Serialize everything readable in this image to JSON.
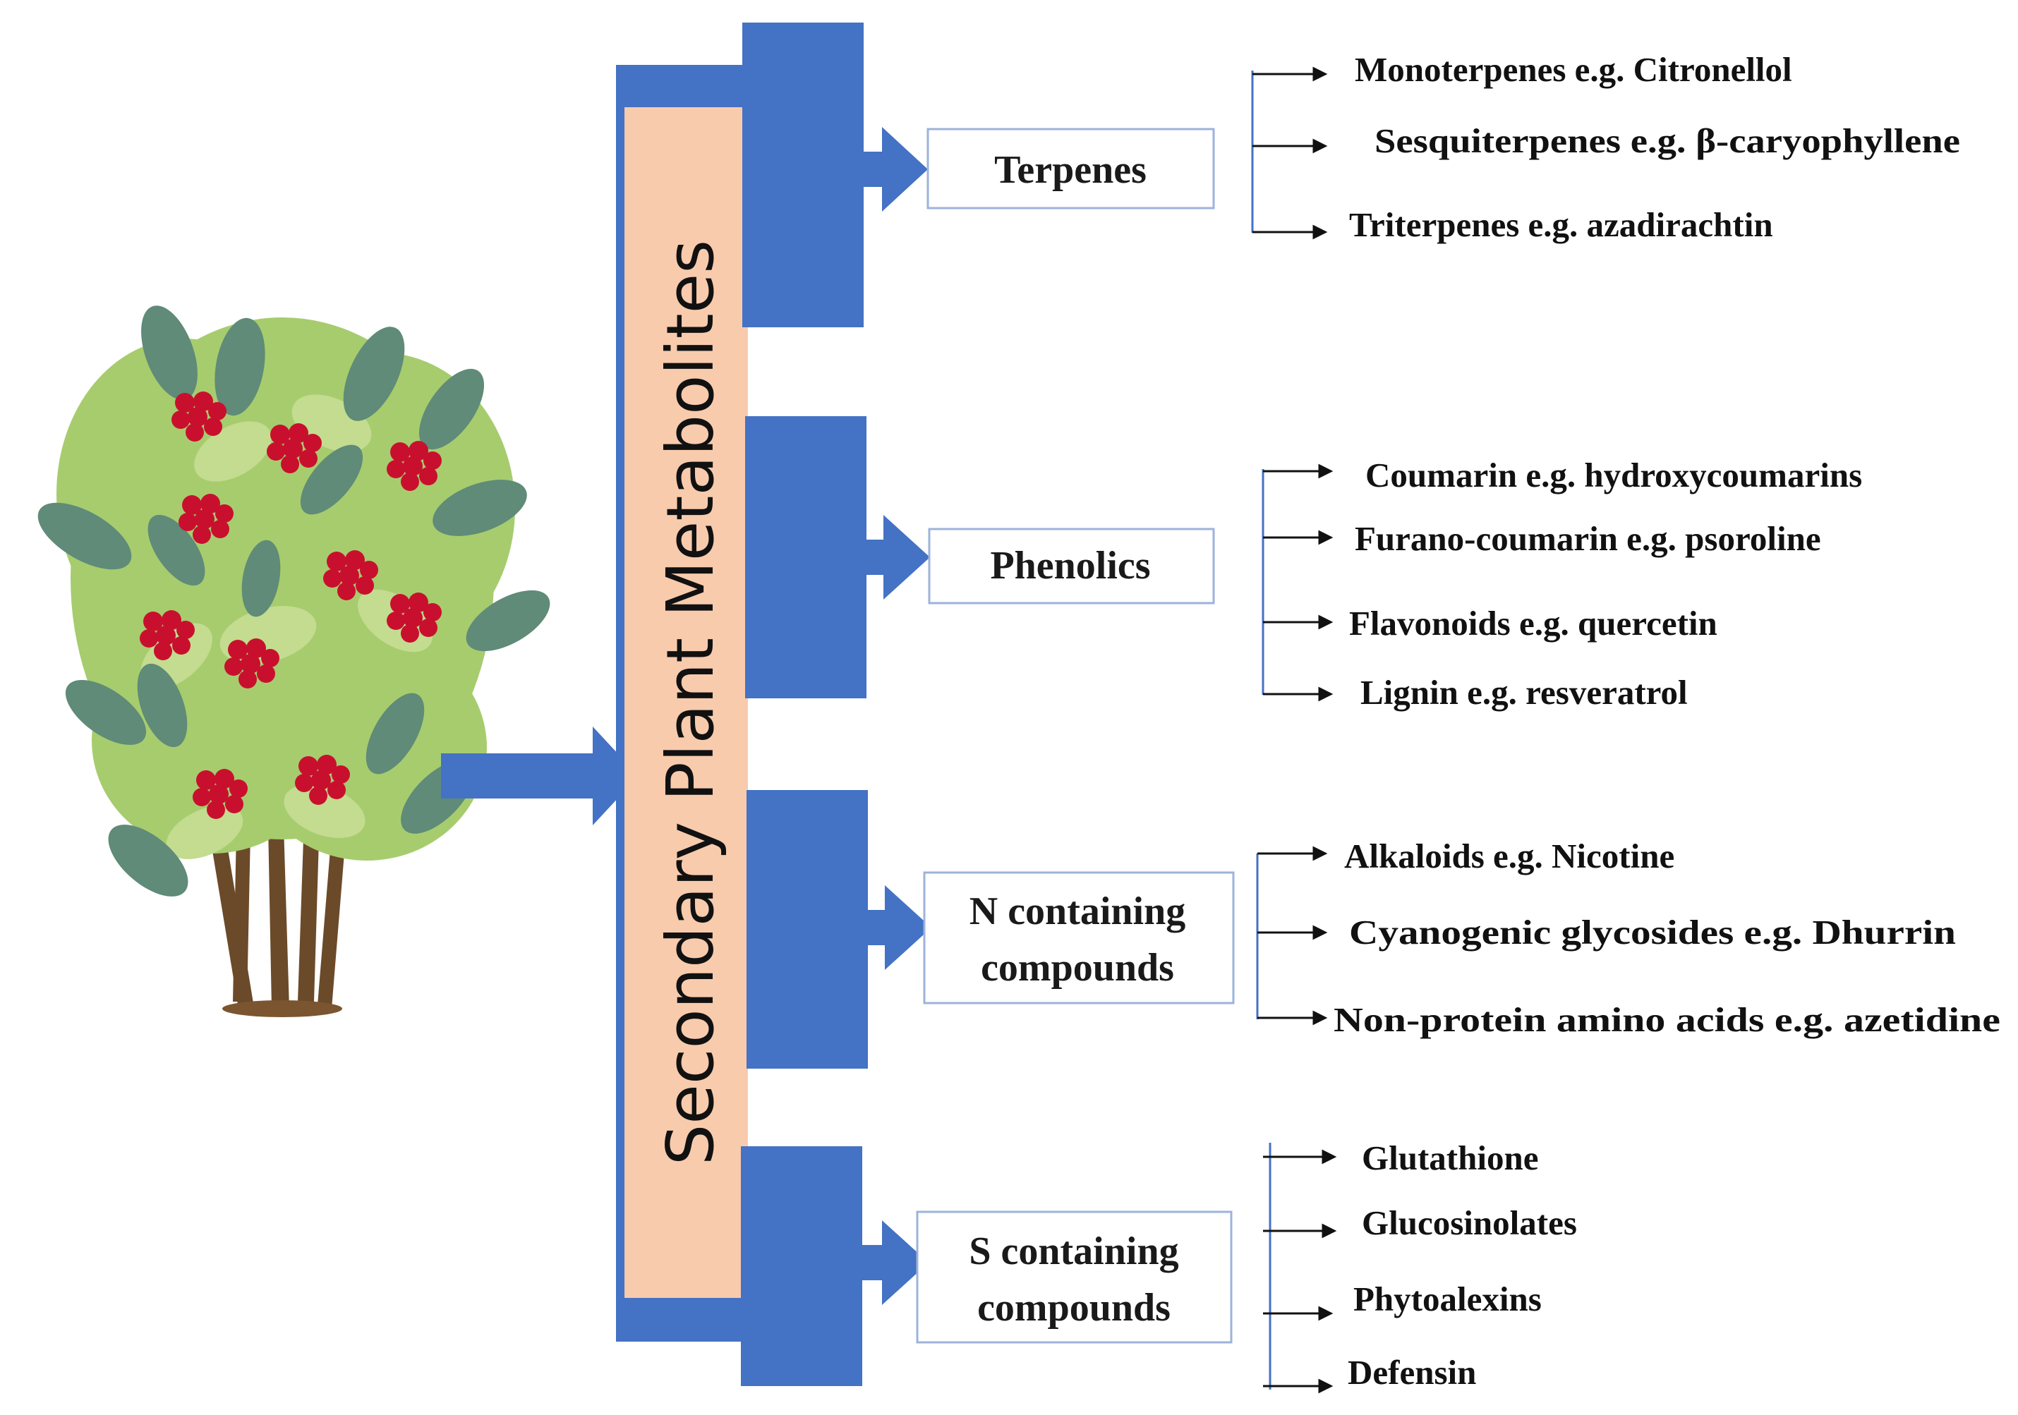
{
  "diagram": {
    "main_label": "Secondary Plant Metabolites",
    "categories": [
      {
        "label_lines": [
          "Terpenes"
        ],
        "items": [
          "Monoterpenes  e.g. Citronellol",
          "Sesquiterpenes  e.g. β-caryophyllene",
          "Triterpenes  e.g. azadirachtin"
        ]
      },
      {
        "label_lines": [
          "Phenolics"
        ],
        "items": [
          "Coumarin  e.g. hydroxycoumarins",
          "Furano-coumarin  e.g. psoroline",
          "Flavonoids e.g. quercetin",
          "Lignin  e.g. resveratrol"
        ]
      },
      {
        "label_lines": [
          "N containing",
          "compounds"
        ],
        "items": [
          "Alkaloids  e.g. Nicotine",
          "Cyanogenic glycosides  e.g. Dhurrin",
          "Non-protein  amino  acids e.g. azetidine"
        ]
      },
      {
        "label_lines": [
          "S containing",
          "compounds"
        ],
        "items": [
          "Glutathione",
          "Glucosinolates",
          "Phytoalexins",
          "Defensin"
        ]
      }
    ],
    "colors": {
      "arrow_blue": "#4472C4",
      "main_fill": "#F8CBAD",
      "box_border": "#9DB3DB",
      "leaf_dark": "#5F8B78",
      "leaf_light": "#A7CC6E",
      "berry_red": "#C8102E",
      "trunk": "#6B4A2A"
    },
    "icons": [
      "berry-bush-illustration",
      "arrow-right"
    ]
  }
}
